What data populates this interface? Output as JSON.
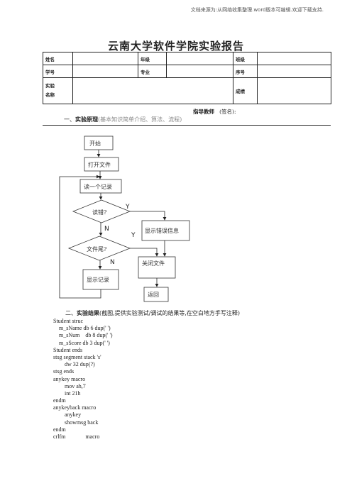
{
  "watermark": "文档来源为:从网络收集整理.word版本可编辑.欢迎下载支持.",
  "title": "云南大学软件学院实验报告",
  "info_table": {
    "name_label": "姓名",
    "grade_label": "年级",
    "class_label": "班级",
    "student_id_label": "学号",
    "major_label": "专业",
    "seq_label": "序号",
    "experiment_label_1": "实验",
    "experiment_label_2": "名称",
    "score_label": "成绩"
  },
  "instructor": {
    "label": "指导教师",
    "sign": "(签名):"
  },
  "section1": {
    "number": "一、",
    "title": "实验原理",
    "note": "(基本知识简单介绍、算法、流程)"
  },
  "flowchart": {
    "start": "开始",
    "open_file": "打开文件",
    "read_record": "读一个记录",
    "read_error": "读错?",
    "file_end": "文件尾?",
    "show_error": "显示错误信息",
    "close_file": "关闭文件",
    "show_record": "显示记录",
    "return": "返回",
    "yes": "Y",
    "no": "N"
  },
  "section2": {
    "number": "二、",
    "title": "实验结果",
    "note": "(截图,提供实验测试/调试的结果等,在空白地方手写注释)"
  },
  "code_lines": [
    "Student struc",
    "    m_sName db 6 dup(' ')",
    "    m_sNum    db 8 dup(' ')",
    "    m_sScore db 3 dup(' ')",
    "Student ends",
    "stsg segment stack 's'",
    "        dw 32 dup(?)",
    "stsg ends",
    "anykey macro",
    "        mov ah,7",
    "        int 21h",
    "endm",
    "anykeyback macro",
    "        anykey",
    "        showmsg back",
    "endm",
    "crlfm              macro"
  ]
}
